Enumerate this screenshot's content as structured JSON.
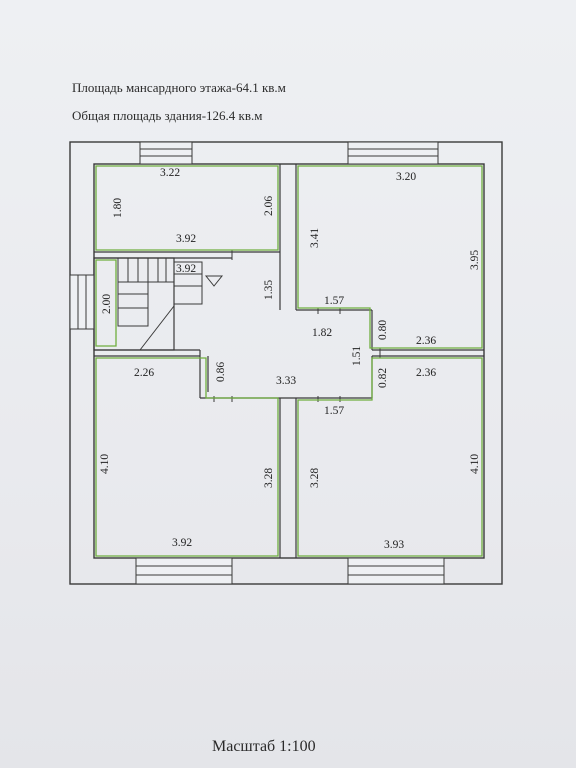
{
  "header": {
    "line1": "Площадь мансардного этажа-64.1 кв.м",
    "line2": "Общая площадь здания-126.4 кв.м"
  },
  "footer": {
    "scale": "Масштаб 1:100"
  },
  "plan": {
    "dimensions": {
      "room1_top": "3.22",
      "room1_left": "1.80",
      "room1_right": "2.06",
      "room1_bottom": "3.92",
      "room2_top": "3.20",
      "room2_left": "3.41",
      "room2_right": "3.95",
      "stair_top": "3.92",
      "stair_left": "2.00",
      "hall_a": "1.35",
      "hall_b": "1.57",
      "hall_c": "1.82",
      "hall_d": "0.80",
      "hall_e": "1.51",
      "hall_f": "0.86",
      "hall_g": "3.33",
      "hall_h": "0.82",
      "hall_i": "1.57",
      "room2_bottom": "2.36",
      "room3_top_right": "2.36",
      "room4_top": "2.26",
      "room4_left": "4.10",
      "room4_right": "3.28",
      "room4_bottom": "3.92",
      "room3_left": "3.28",
      "room3_right": "4.10",
      "room3_bottom": "3.93"
    },
    "colors": {
      "wall": "#3a3a3a",
      "room_outline": "#6fae3f"
    }
  }
}
